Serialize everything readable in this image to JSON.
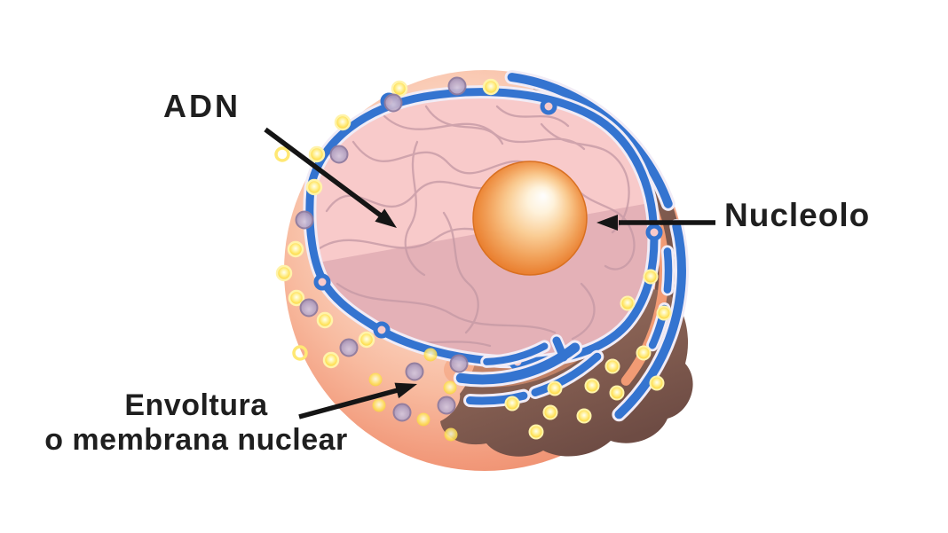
{
  "figure": {
    "type": "diagram",
    "subject": "cell nucleus cutaway illustration",
    "background": "#ffffff",
    "labels": {
      "adn": {
        "text": "ADN"
      },
      "nucleolo": {
        "text": "Nucleolo"
      },
      "envoltura": {
        "lines": [
          "Envoltura",
          "o membrana nuclear"
        ]
      }
    },
    "colors": {
      "label_text": "#1f1f1f",
      "arrow_black": "#151515",
      "cell_surface_peach": "#f8bba0",
      "cell_edge_orange": "#ec8a69",
      "nuclear_membrane_blue": "#3474d0",
      "membrane_pale_outline": "#f1ecf6",
      "nucleoplasm_pink": "#f8caca",
      "cut_plane_pink": "#e3afb8",
      "dna_strand_mauve": "#c69aa5",
      "nucleolus_orange": "#eb8130",
      "nucleolus_highlight": "#ffffff",
      "cut_section_brown": "#8a6355",
      "er_band_salmon": "#f29b74",
      "ribosome_yellow": "#ffe35e",
      "pore_purple": "#b9a8c6"
    }
  }
}
